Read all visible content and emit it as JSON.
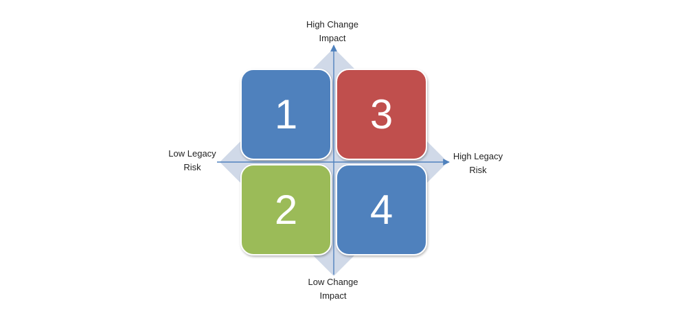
{
  "axes": {
    "top": {
      "line1": "High Change",
      "line2": "Impact"
    },
    "bottom": {
      "line1": "Low Change",
      "line2": "Impact"
    },
    "left": {
      "line1": "Low Legacy",
      "line2": "Risk"
    },
    "right": {
      "line1": "High Legacy",
      "line2": "Risk"
    }
  },
  "quadrants": [
    {
      "label": "1",
      "position": "top-left",
      "color": "#4f81bd"
    },
    {
      "label": "3",
      "position": "top-right",
      "color": "#c0504d"
    },
    {
      "label": "2",
      "position": "bottom-left",
      "color": "#9bbb59"
    },
    {
      "label": "4",
      "position": "bottom-right",
      "color": "#4f81bd"
    }
  ],
  "colors": {
    "arrow_background": "#d0d9e8",
    "axis_line": "#4f81bd"
  }
}
